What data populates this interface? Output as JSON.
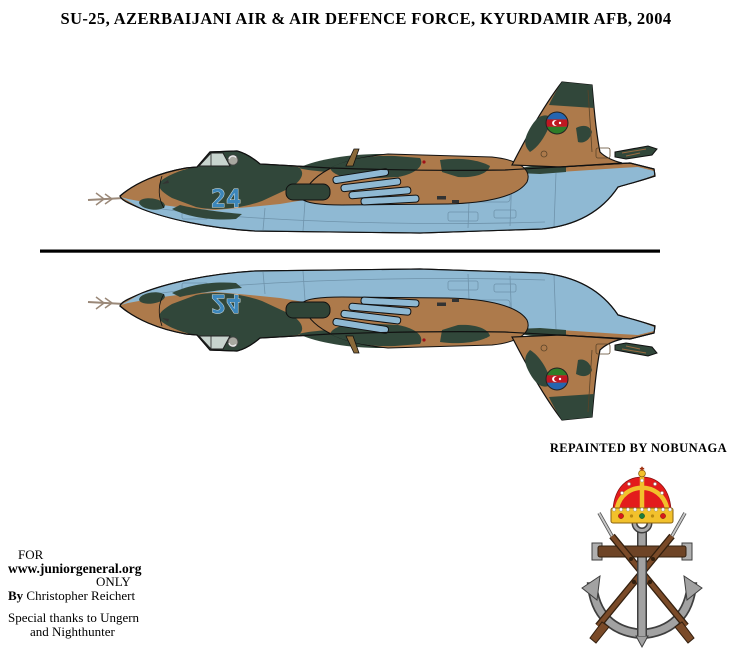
{
  "title": "SU-25, AZERBAIJANI AIR & AIR DEFENCE FORCE, KYURDAMIR AFB, 2004",
  "aircraft": {
    "tail_number": "24"
  },
  "repainted_by": "REPAINTED BY NOBUNAGA",
  "credits": {
    "for_label": "FOR",
    "website": "www.juniorgeneral.org",
    "only_label": "ONLY",
    "by_label": "By",
    "author": "Christopher Reichert",
    "thanks_line1": "Special thanks to Ungern",
    "thanks_line2": "and Nighthunter"
  },
  "icons": {
    "tail_marking": "azerbaijan-flag-roundel",
    "bottom_right_emblem": "crown-anchor-crossed-rifles-crest"
  },
  "colors": {
    "camo_green": "#31473a",
    "camo_brown": "#ad7a4b",
    "underside_blue": "#8fb9d3",
    "canopy_glass": "#c8d4ce",
    "number_blue": "#3c86ba",
    "number_outline": "#dfe9e9",
    "roundel_blue": "#2565b0",
    "roundel_red": "#bf1722",
    "roundel_green": "#2e7c28",
    "pitot_grey": "#9a8878",
    "divider_black": "#000000",
    "crest_red": "#e31c1c",
    "crest_gold": "#f2c12c",
    "anchor_grey": "#a2a2a2",
    "rifle_brown": "#7a4a28"
  }
}
